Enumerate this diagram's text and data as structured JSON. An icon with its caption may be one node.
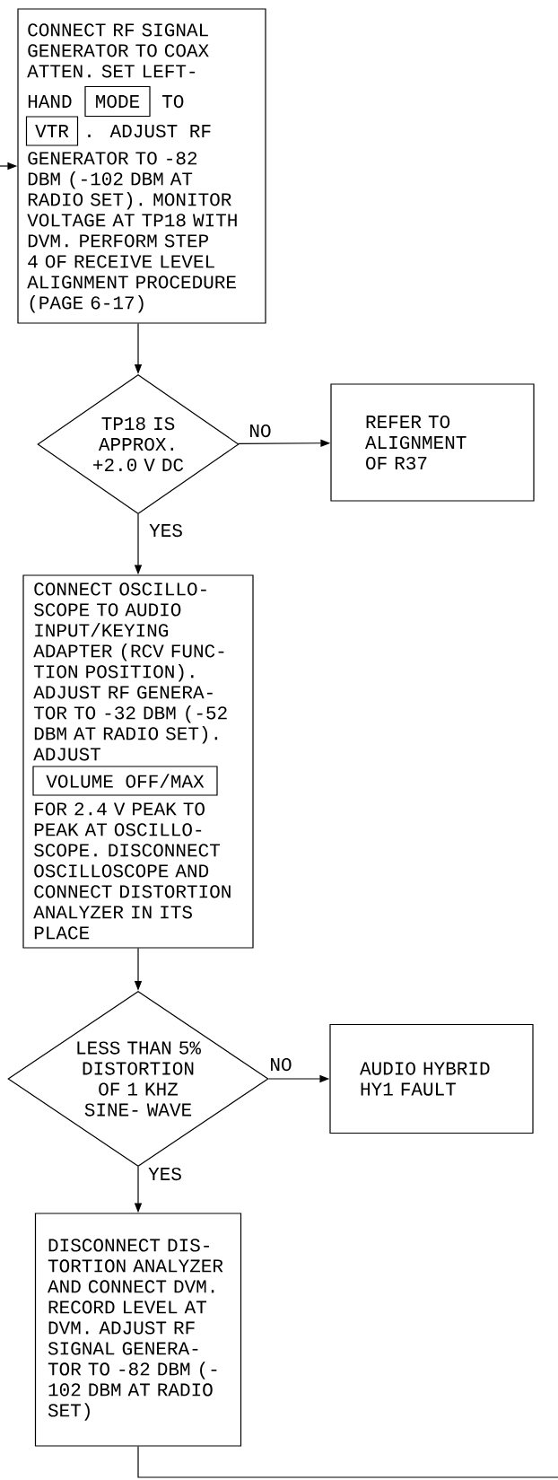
{
  "diagram": {
    "nodes": [
      {
        "text": [
          "CONNECT RF SIGNAL GENERATOR TO COAX ATTEN. SET LEFT-",
          "HAND",
          "TO",
          ". ADJUST RF",
          "GENERATOR TO -82 DBM (-102 DBM AT RADIO SET). MONITOR VOLTAGE AT TP18 WITH DVM. PERFORM STEP 4 OF RECEIVE LEVEL ALIGNMENT PROCEDURE (PAGE 6-17)"
        ]
      },
      {
        "text": [
          "MODE"
        ],
        "in": 0
      },
      {
        "text": [
          "VTR"
        ],
        "in": 0
      },
      {
        "text": [
          "TP18 IS APPROX. +2.0 V DC"
        ]
      },
      {
        "text": [
          "REFER TO ALIGNMENT OF R37"
        ]
      },
      {
        "text": [
          "CONNECT OSCILLO- SCOPE TO AUDIO INPUT/KEYING ADAPTER (RCV FUNC- TION POSITION). ADJUST RF GENERA- TOR TO -32 DBM (-52 DBM AT RADIO SET). ADJUST",
          "FOR 2.4 V PEAK TO PEAK AT OSCILLO- SCOPE. DISCONNECT OSCILLOSCOPE AND CONNECT DISTORTION ANALYZER IN ITS PLACE"
        ]
      },
      {
        "text": [
          "VOLUME OFF/MAX"
        ],
        "in": 5
      },
      {
        "text": [
          "LESS THAN 5% DISTORTION OF 1 KHZ SINE- WAVE"
        ]
      },
      {
        "text": [
          "AUDIO HYBRID HY1 FAULT"
        ]
      },
      {
        "text": [
          "DISCONNECT DIS- TORTION ANALYZER AND CONNECT DVM. RECORD LEVEL AT DVM. ADJUST RF SIGNAL GENERA- TOR TO -82 DBM (-102 DBM AT RADIO SET)"
        ]
      }
    ],
    "edges": [
      {
        "from": null,
        "to": 0,
        "arrow": "to"
      },
      {
        "from": 0,
        "to": 3,
        "arrow": "to"
      },
      {
        "from": 3,
        "to": 4,
        "arrow": "to",
        "label": "NO"
      },
      {
        "from": 3,
        "to": 5,
        "arrow": "to",
        "label": "YES"
      },
      {
        "from": 5,
        "to": 7,
        "arrow": "to"
      },
      {
        "from": 7,
        "to": 8,
        "arrow": "to",
        "label": "NO"
      },
      {
        "from": 7,
        "to": 9,
        "arrow": "to",
        "label": "YES"
      },
      {
        "from": 9,
        "to": null,
        "arrow": "none"
      }
    ]
  }
}
